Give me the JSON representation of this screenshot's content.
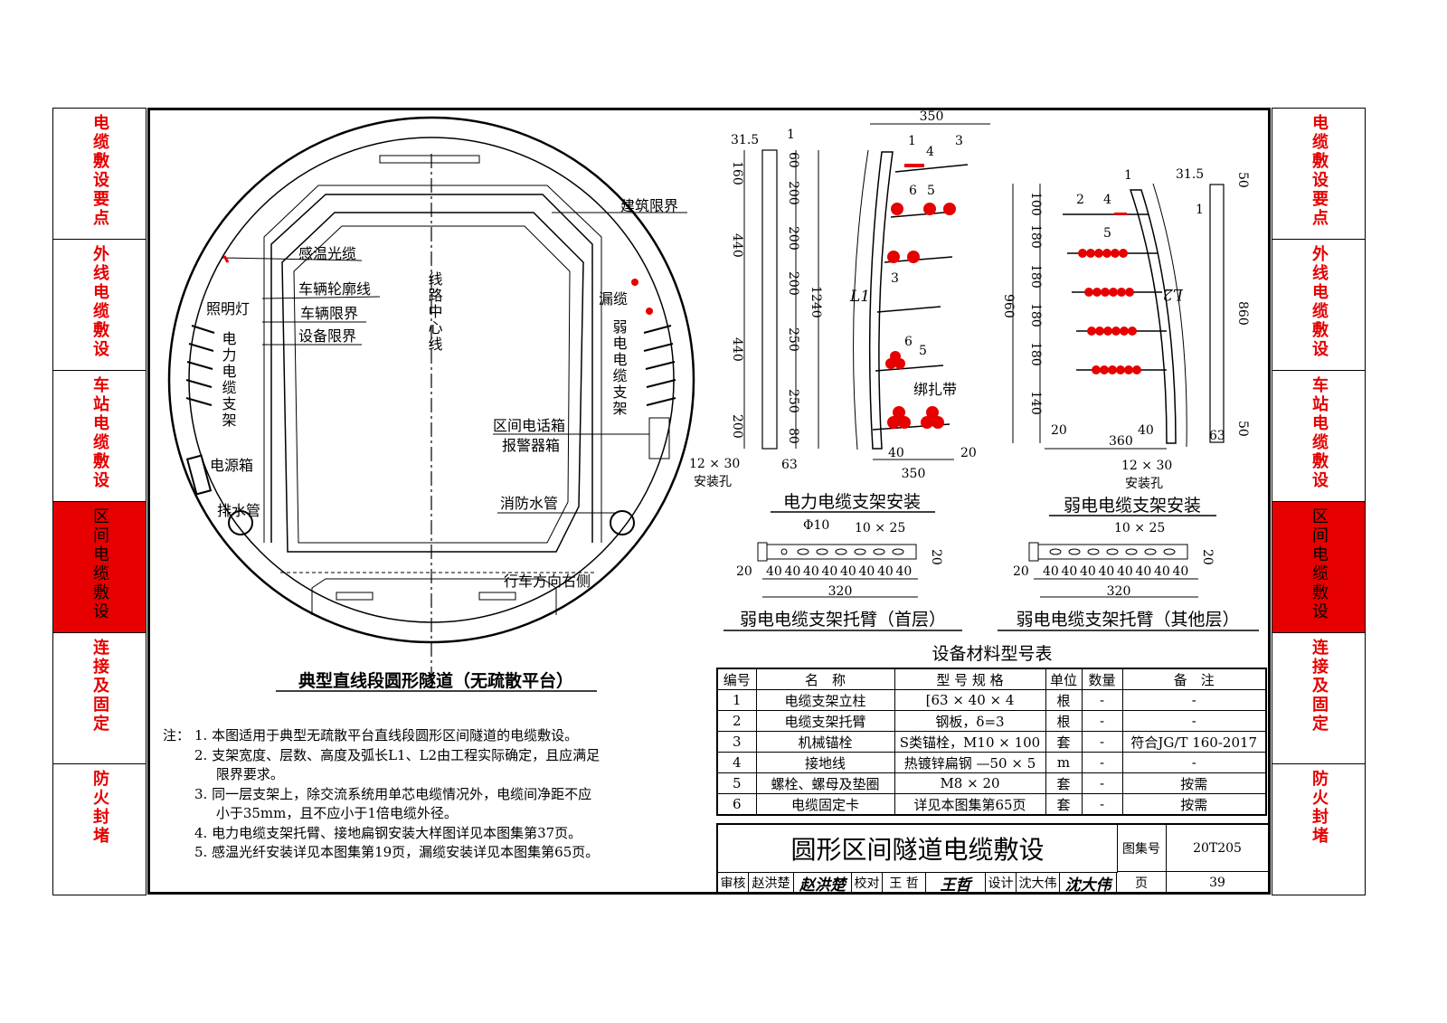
{
  "side_tabs": [
    "电缆敷设要点",
    "外线电缆敷设",
    "车站电缆敷设",
    "区间电缆敷设",
    "连接及固定",
    "防火封堵"
  ],
  "active_tab": 3,
  "tunnel": {
    "title": "典型直线段圆形隧道（无疏散平台）",
    "labels": {
      "building_limit": "建筑限界",
      "temp_cable": "感温光缆",
      "vehicle_contour": "车辆轮廓线",
      "vehicle_limit": "车辆限界",
      "equipment_limit": "设备限界",
      "lighting": "照明灯",
      "power_bracket": "电力电缆支架",
      "leaky_cable": "漏缆",
      "weak_bracket": "弱电电缆支架",
      "center_line": "线路中心线",
      "phone_box": "区间电话箱",
      "alarm_box": "报警器箱",
      "power_box": "电源箱",
      "drain": "排水管",
      "fire_pipe": "消防水管",
      "right_side": "行车方向右侧"
    }
  },
  "power_bracket": {
    "title": "电力电缆支架安装",
    "dims_left": [
      "160",
      "440",
      "440",
      "200"
    ],
    "dims_mid": [
      "60",
      "200",
      "200",
      "200",
      "250",
      "250",
      "80"
    ],
    "total": "1240",
    "top": "31.5",
    "width_top": "350",
    "width_bottom": "350",
    "d40": "40",
    "d20": "20",
    "d63": "63",
    "hole": "12 × 30",
    "hole_label": "安装孔",
    "arc": "L1",
    "tie": "绑扎带",
    "callouts": [
      "1",
      "1",
      "3",
      "4",
      "5",
      "6",
      "3",
      "5",
      "6"
    ]
  },
  "weak_bracket": {
    "title": "弱电电缆支架安装",
    "dims_left": [
      "100",
      "180",
      "180",
      "180",
      "180",
      "140"
    ],
    "total": "960",
    "right_total": "860",
    "top": "31.5",
    "d50a": "50",
    "d50b": "50",
    "d20": "20",
    "d360": "360",
    "d40": "40",
    "d63": "63",
    "hole": "12 × 30",
    "hole_label": "安装孔",
    "arc": "L2",
    "callouts": [
      "1",
      "2",
      "4",
      "5",
      "1"
    ]
  },
  "arm_first": {
    "title": "弱电电缆支架托臂（首层）",
    "phi": "Φ10",
    "slot": "10 × 25",
    "h": "20",
    "d20": "20",
    "spacing": "40",
    "total": "320"
  },
  "arm_other": {
    "title": "弱电电缆支架托臂（其他层）",
    "slot": "10 × 25",
    "h": "20",
    "d20": "20",
    "spacing": "40",
    "total": "320"
  },
  "notes": {
    "prefix": "注：",
    "lines": [
      "1.  本图适用于典型无疏散平台直线段圆形区间隧道的电缆敷设。",
      "2.  支架宽度、层数、高度及弧长L1、L2由工程实际确定，且应满足",
      "     限界要求。",
      "3.  同一层支架上，除交流系统用单芯电缆情况外，电缆间净距不应",
      "     小于35mm，且不应小于1倍电缆外径。",
      "4.  电力电缆支架托臂、接地扁钢安装大样图详见本图集第37页。",
      "5.  感温光纤安装详见本图集第19页，漏缆安装详见本图集第65页。"
    ]
  },
  "table": {
    "title": "设备材料型号表",
    "headers": [
      "编号",
      "名　称",
      "型 号 规 格",
      "单位",
      "数量",
      "备　注"
    ],
    "rows": [
      [
        "1",
        "电缆支架立柱",
        "[63 × 40 × 4",
        "根",
        "-",
        "-"
      ],
      [
        "2",
        "电缆支架托臂",
        "钢板，δ=3",
        "根",
        "-",
        "-"
      ],
      [
        "3",
        "机械锚栓",
        "S类锚栓，M10 × 100",
        "套",
        "-",
        "符合JG/T 160-2017"
      ],
      [
        "4",
        "接地线",
        "热镀锌扁钢 —50 × 5",
        "m",
        "-",
        "-"
      ],
      [
        "5",
        "螺栓、螺母及垫圈",
        "M8 × 20",
        "套",
        "-",
        "按需"
      ],
      [
        "6",
        "电缆固定卡",
        "详见本图集第65页",
        "套",
        "-",
        "按需"
      ]
    ]
  },
  "title_block": {
    "title": "圆形区间隧道电缆敷设",
    "atlas_label": "图集号",
    "atlas_no": "20T205",
    "review_label": "审核",
    "reviewer": "赵洪楚",
    "reviewer_sig": "赵洪楚",
    "check_label": "校对",
    "checker": "王 哲",
    "checker_sig": "王哲",
    "design_label": "设计",
    "designer": "沈大伟",
    "designer_sig": "沈大伟",
    "page_label": "页",
    "page_no": "39"
  },
  "colors": {
    "accent": "#e60000"
  }
}
